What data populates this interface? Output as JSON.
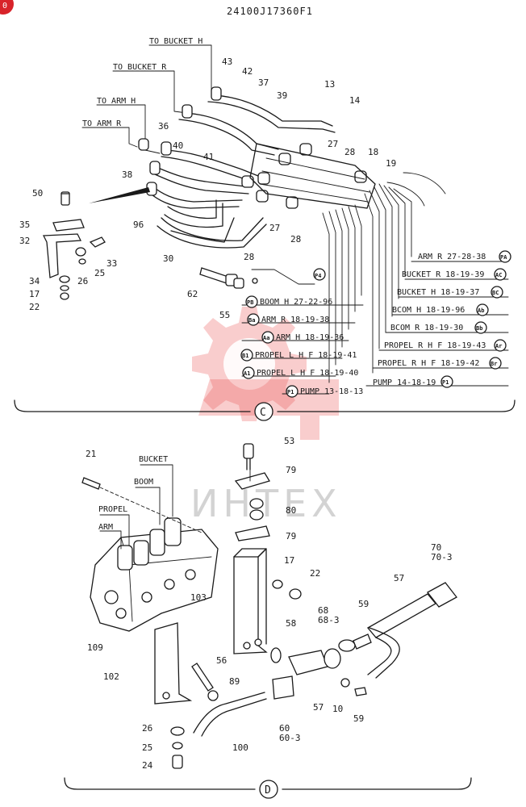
{
  "header": {
    "drawing_number": "24100J17360F1",
    "corner_badge": "0"
  },
  "watermark": {
    "text": "ИНТЕХ"
  },
  "section_c": {
    "marker": "C",
    "destination_labels": [
      "TO BUCKET H",
      "TO BUCKET R",
      "TO ARM H",
      "TO ARM R"
    ],
    "part_numbers": [
      "43",
      "42",
      "37",
      "13",
      "14",
      "39",
      "36",
      "40",
      "41",
      "38",
      "27",
      "28",
      "18",
      "19",
      "50",
      "96",
      "27",
      "28",
      "30",
      "35",
      "32",
      "33",
      "25",
      "26",
      "34",
      "17",
      "22",
      "28",
      "62",
      "55",
      "P4"
    ],
    "port_lines": [
      {
        "badge": "PA",
        "text": "ARM R 27-28-38"
      },
      {
        "badge": "AC",
        "text": "BUCKET R 18-19-39"
      },
      {
        "badge": "BC",
        "text": "BUCKET H 18-19-37"
      },
      {
        "badge": "Ab",
        "text": "BCOM H 18-19-96"
      },
      {
        "badge": "Bb",
        "text": "BCOM R 18-19-30"
      },
      {
        "badge": "Ar",
        "text": "PROPEL R H F 18-19-43"
      },
      {
        "badge": "Br",
        "text": "PROPEL R H F 18-19-42"
      },
      {
        "badge": "P1",
        "text": "PUMP 14-18-19"
      },
      {
        "badge": "PB",
        "text": "BOOM H 27-22-96"
      },
      {
        "badge": "Ba",
        "text": "ARM R 18-19-38"
      },
      {
        "badge": "Aa",
        "text": "ARM H 18-19-36"
      },
      {
        "badge": "B1",
        "text": "PROPEL L H F 18-19-41"
      },
      {
        "badge": "A1",
        "text": "PROPEL L H F 18-19-40"
      },
      {
        "badge": "P1",
        "text": "PUMP 13-18-13"
      }
    ]
  },
  "section_d": {
    "marker": "D",
    "labels": [
      "BUCKET",
      "BOOM",
      "PROPEL",
      "ARM"
    ],
    "part_numbers": [
      "21",
      "53",
      "79",
      "80",
      "79",
      "17",
      "22",
      "103",
      "109",
      "70",
      "70-3",
      "57",
      "68",
      "68-3",
      "59",
      "58",
      "56",
      "89",
      "102",
      "60",
      "60-3",
      "57",
      "10",
      "59",
      "100",
      "26",
      "25",
      "24"
    ]
  }
}
